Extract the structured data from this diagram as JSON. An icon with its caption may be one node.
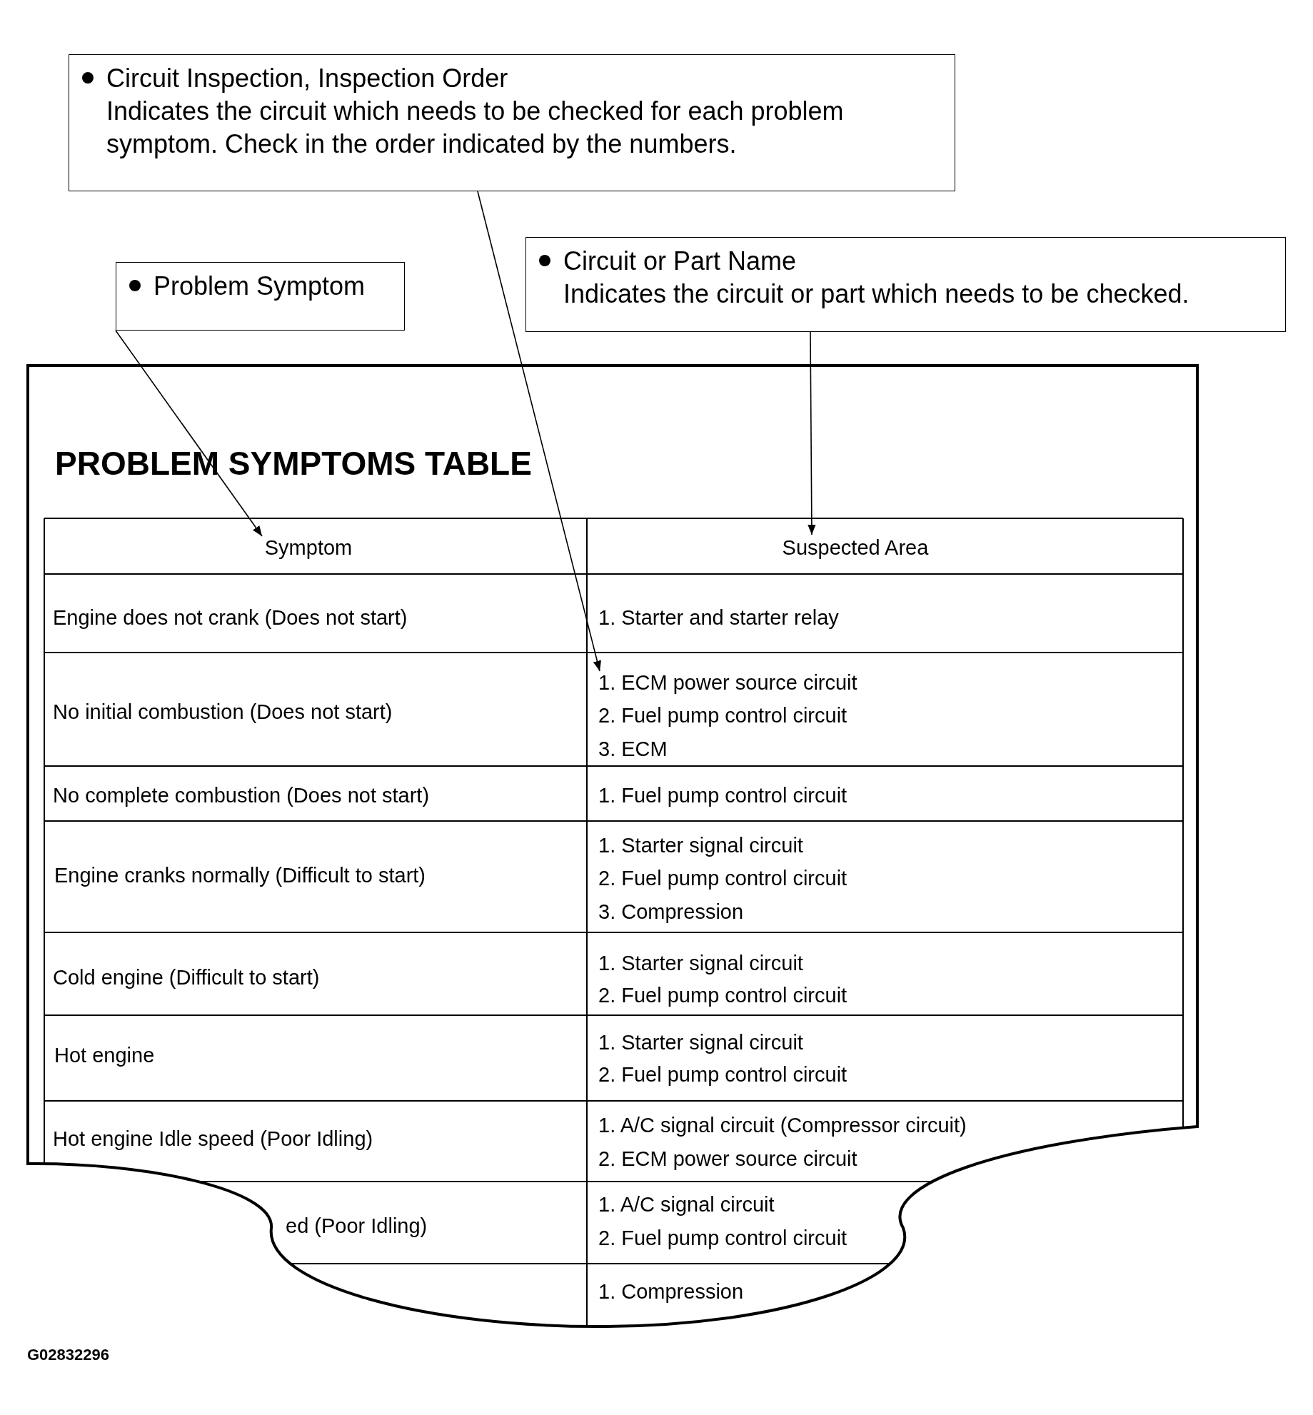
{
  "diagram": {
    "nodes": [
      {
        "text": [
          "Circuit Inspection, Inspection Order",
          "Indicates the circuit which needs to be checked for each problem symptom. Check in the order indicated by the numbers."
        ]
      },
      {
        "text": [
          "Problem Symptom"
        ]
      },
      {
        "text": [
          "Circuit or Part Name",
          "Indicates the circuit or part which needs to be checked."
        ]
      },
      {
        "text": [
          "PROBLEM SYMPTOMS TABLE"
        ]
      },
      {
        "text": [
          "Symptom"
        ],
        "in": 3
      },
      {
        "text": [
          "Suspected Area"
        ],
        "in": 3
      },
      {
        "text": [
          "1. ECM power source circuit"
        ],
        "in": 3
      }
    ],
    "edges": [
      {
        "from": 0,
        "to": 6,
        "arrow": "to"
      },
      {
        "from": 1,
        "to": 4,
        "arrow": "to"
      },
      {
        "from": 2,
        "to": 5,
        "arrow": "to"
      }
    ],
    "labels": [
      "Engine does not crank (Does not start)",
      "1. Starter and starter relay",
      "No initial combustion (Does not start)",
      "2. Fuel pump control circuit",
      "3. ECM",
      "No complete combustion (Does not start)",
      "1. Fuel pump control circuit",
      "Engine cranks normally (Difficult to start)",
      "1. Starter signal circuit",
      "2. Fuel pump control circuit",
      "3. Compression",
      "Cold engine (Difficult to start)",
      "1. Starter signal circuit",
      "2. Fuel pump control circuit",
      "Hot engine",
      "1. Starter signal circuit",
      "2. Fuel pump control circuit",
      "Hot engine Idle speed (Poor Idling)",
      "1. A/C signal circuit (Compressor circuit)",
      "2. ECM power source circuit",
      "ed (Poor Idling)",
      "1. A/C signal circuit",
      "2. Fuel pump control circuit",
      "1. Compression",
      "G02832296"
    ]
  }
}
